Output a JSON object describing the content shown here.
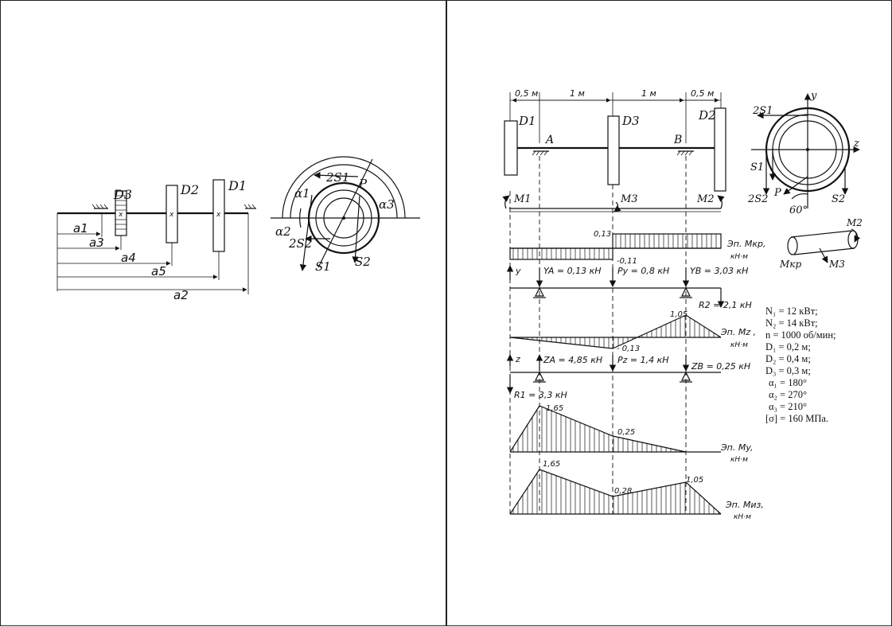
{
  "left_scheme": {
    "disk_labels": {
      "d3": "D3",
      "d2": "D2",
      "d1": "D1"
    },
    "dim_labels": {
      "a1": "a1",
      "a3": "a3",
      "a4": "a4",
      "a5": "a5",
      "a2": "a2"
    },
    "angle_labels": {
      "alpha1": "α1",
      "alpha2": "α2",
      "alpha3": "α3"
    },
    "force_labels": {
      "two_s1": "2S1",
      "p": "P",
      "two_s2": "2S2",
      "s1": "S1",
      "s2": "S2"
    }
  },
  "right_scheme": {
    "spans": [
      "0,5 м",
      "1 м",
      "1 м",
      "0,5 м"
    ],
    "disk_labels": {
      "d1": "D1",
      "d3": "D3",
      "d2": "D2"
    },
    "support_labels": {
      "a": "A",
      "b": "B"
    },
    "moment_labels": {
      "m1": "M1",
      "m3": "M3",
      "m2": "M2",
      "mkr": "Mкр"
    },
    "section_view": {
      "y_axis": "y",
      "z_axis": "z",
      "forces": {
        "two_s1": "2S1",
        "s1": "S1",
        "two_s2": "2S2",
        "p": "P",
        "s2": "S2"
      },
      "angle": "60°"
    },
    "torque_diagram": {
      "title": "Эп. Мкр,",
      "units": "кН·м",
      "pos_value": "0,13",
      "neg_value": "-0,11"
    },
    "y_plane": {
      "axis": "y",
      "ya": "YA = 0,13 кН",
      "py": "Py = 0,8 кН",
      "yb": "YB = 3,03 кН",
      "r2": "R2 = 2,1 кН",
      "diagram_title": "Эп. Мz ,",
      "units": "кН·м",
      "max_value": "1,05",
      "min_value": "- 0,13"
    },
    "z_plane": {
      "axis": "z",
      "za": "ZA = 4,85 кН",
      "pz": "Pz = 1,4 кН",
      "zb": "ZB = 0,25 кН",
      "r1": "R1 = 3,3 кН",
      "diagram_title": "Эп. Мy,",
      "units": "кН·м",
      "max_value": "1,65",
      "mid_value": "0,25"
    },
    "bending_diagram": {
      "title": "Эп. Миз,",
      "units": "кН·м",
      "v1": "1,65",
      "v2": "0,28",
      "v3": "1,05"
    },
    "parameters": [
      "N₁ = 12 кВт;",
      "N₂ = 14 кВт;",
      "n = 1000 об/мин;",
      "D₁ = 0,2 м;",
      "D₂ = 0,4 м;",
      "D₃ = 0,3 м;",
      "α₁ = 180°",
      "α₂ = 270°",
      "α₃ = 210°",
      "[σ] = 160 МПа."
    ]
  }
}
